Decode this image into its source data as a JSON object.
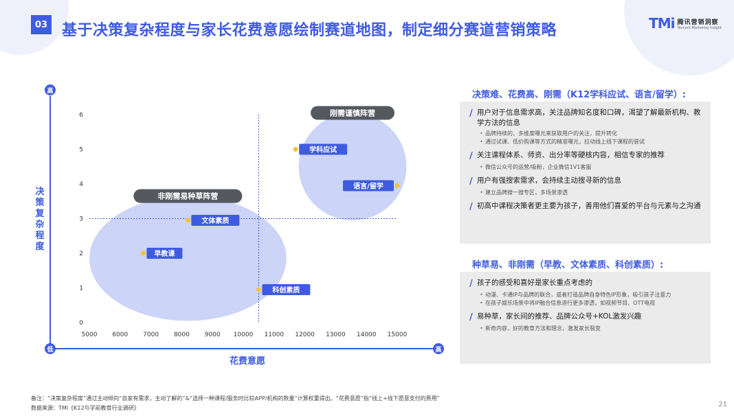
{
  "header": {
    "page_number": "03",
    "title": "基于决策复杂程度与家长花费意愿绘制赛道地图，制定细分赛道营销策略",
    "logo_mark": "TMi",
    "logo_cn": "腾讯营销洞察",
    "logo_en": "Tencent Marketing Insight"
  },
  "chart_data": {
    "type": "scatter",
    "xlabel": "花费意愿",
    "ylabel": "决策复杂程度",
    "x_ticks": [
      5000,
      6000,
      7000,
      8000,
      9000,
      10000,
      11000,
      12000,
      13000,
      14000,
      15000
    ],
    "y_ticks": [
      0,
      1,
      2,
      3,
      4,
      5,
      6
    ],
    "xlim": [
      5000,
      15000
    ],
    "ylim": [
      0,
      6
    ],
    "axis_high_label": "高",
    "axis_low_label": "低",
    "axis_right_label": "高",
    "reference_lines": {
      "x": 10500,
      "y": 3
    },
    "groups": [
      {
        "name": "非刚需易种草阵营",
        "center_x": 8200,
        "center_y": 1.85,
        "radius_x": 3200,
        "radius_y": 1.8
      },
      {
        "name": "刚需谨慎阵营",
        "center_x": 13550,
        "center_y": 4.5,
        "radius_x": 1750,
        "radius_y": 1.55
      }
    ],
    "points": [
      {
        "label": "文体素质",
        "x": 8200,
        "y": 2.95
      },
      {
        "label": "早教课",
        "x": 6750,
        "y": 2.0
      },
      {
        "label": "科创素质",
        "x": 10500,
        "y": 0.95
      },
      {
        "label": "学科应试",
        "x": 11700,
        "y": 5.0
      },
      {
        "label": "语言/留学",
        "x": 15000,
        "y": 3.95
      }
    ],
    "colors": {
      "accent": "#3f5be0",
      "bubble": "#aab8f2",
      "point": "#f5c242",
      "badge": "#55595f"
    }
  },
  "panel1": {
    "heading": "决策难、花费高、刚需（K12学科应试、语言/留学）:",
    "points": [
      {
        "text": "用户对于信息需求高，关注品牌知名度和口碑，渴望了解最新机构、教学方法的信息",
        "subs": [
          "品牌持续的、多维度曝光来获取用户的关注，提升转化",
          "通过试课、低价购课等方式的精准曝光，拉动线上线下课程的尝试"
        ]
      },
      {
        "text": "关注课程体系、师资、出分率等硬核内容，相信专家的推荐",
        "subs": [
          "微信公众号的运营/吸粉，企业微信1V1客服"
        ]
      },
      {
        "text": "用户有强搜索需求，会持续主动搜寻新的信息",
        "subs": [
          "建立品牌搜一搜专区，多场景渗透"
        ]
      },
      {
        "text": "初高中课程决策者更主要为孩子，善用他们喜爱的平台与元素与之沟通",
        "subs": []
      }
    ]
  },
  "panel2": {
    "heading": "种草易、非刚需（早教、文体素质、科创素质）:",
    "points": [
      {
        "text": "孩子的感受和喜好是家长重点考虑的",
        "subs": [
          "动漫、卡通IP与品牌的联合，或者打造品牌自身特色IP形象，吸引孩子注意力",
          "在孩子娱乐场景中将IP融合信息进行更多渗透，如视频节目、OTT电视"
        ]
      },
      {
        "text": "易种草，家长间的推荐、品牌公众号+KOL激发兴趣",
        "subs": [
          "新奇内容，好的教育方法和理念，激发家长裂变"
        ]
      }
    ]
  },
  "footer": {
    "note": "备注：“决策复杂程度”通过主动倾向“自家有需求，主动了解的”&“选择一种课程/服务时比较APP/机构的数量”计算权重得出。“花费意愿”指“线上+线下愿意支付的费用”",
    "source": "数据来源：TMI《K12与学前教育行业调研》",
    "slide_number": "21"
  }
}
